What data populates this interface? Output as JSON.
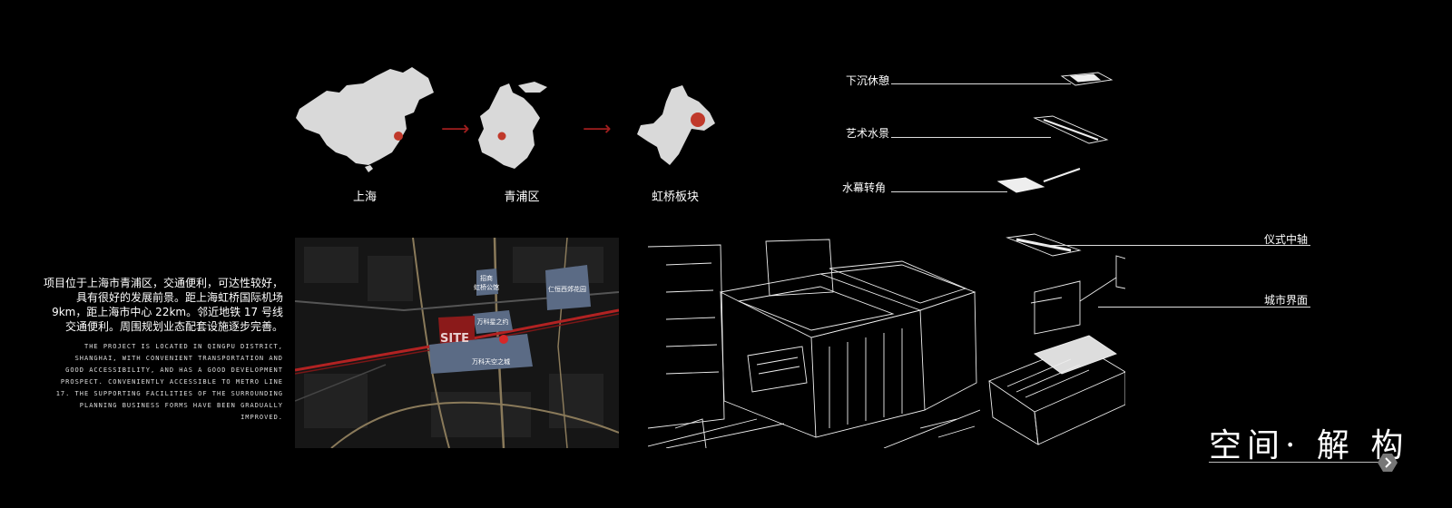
{
  "locator": {
    "steps": [
      {
        "label": "上海"
      },
      {
        "label": "青浦区"
      },
      {
        "label": "虹桥板块"
      }
    ],
    "arrow_color": "#a01e1e",
    "dot_color": "#c0392b"
  },
  "description": {
    "cn_lines": [
      "项目位于上海市青浦区，交通便利，可达性较好，",
      "具有很好的发展前景。距上海虹桥国际机场",
      "9km，距上海市中心 22km。邻近地铁 17 号线",
      "交通便利。周围规划业态配套设施逐步完善。"
    ],
    "en_lines": [
      "THE PROJECT IS LOCATED IN QINGPU DISTRICT,",
      "SHANGHAI, WITH CONVENIENT TRANSPORTATION AND",
      "GOOD ACCESSIBILITY, AND HAS A GOOD DEVELOPMENT",
      "PROSPECT.  CONVENIENTLY ACCESSIBLE TO METRO LINE",
      "17. THE SUPPORTING FACILITIES OF THE SURROUNDING",
      "PLANNING BUSINESS FORMS HAVE BEEN GRADUALLY",
      "IMPROVED."
    ]
  },
  "site_map": {
    "site_label": "SITE",
    "blocks": [
      "招商\n虹桥公馆",
      "仁恒西郊花园",
      "万科星之约",
      "万科天空之城"
    ]
  },
  "layers": {
    "sunken": "下沉休憩",
    "water_art": "艺术水景",
    "water_curtain": "水幕转角",
    "axis": "仪式中轴",
    "interface": "城市界面"
  },
  "title": {
    "text": "空间· 解 构"
  },
  "colors": {
    "background": "#000000",
    "map_land": "#d9d9d9",
    "block_fill": "#5b6b85",
    "site_fill": "#8b1a1a"
  }
}
